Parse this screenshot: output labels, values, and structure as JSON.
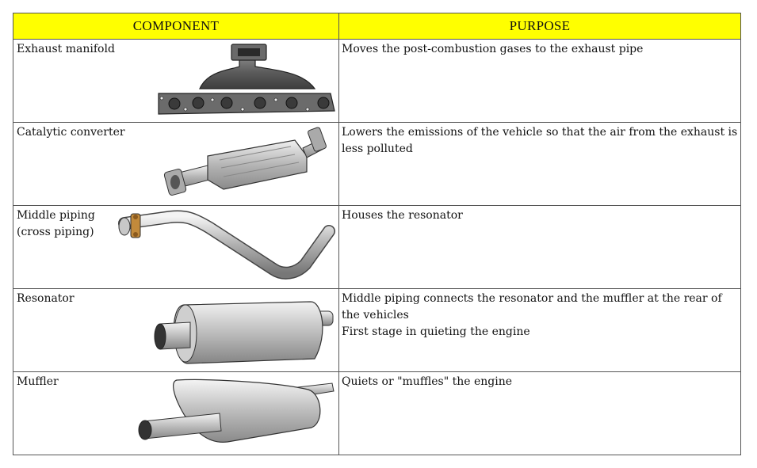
{
  "table": {
    "headers": {
      "component": "COMPONENT",
      "purpose": "PURPOSE"
    },
    "header_color": "#ffff00",
    "rows": [
      {
        "component": "Exhaust manifold",
        "illustration": "exhaust-manifold-image",
        "purpose": [
          "Moves the post-combustion gases to the exhaust pipe"
        ]
      },
      {
        "component": "Catalytic converter",
        "illustration": "catalytic-converter-image",
        "purpose": [
          "Lowers the emissions of the vehicle so that the air from the exhaust is less polluted"
        ]
      },
      {
        "component": "Middle piping\n(cross piping)",
        "illustration": "middle-piping-image",
        "purpose": [
          "Houses the resonator"
        ]
      },
      {
        "component": "Resonator",
        "illustration": "resonator-image",
        "purpose": [
          "Middle piping connects the resonator and the muffler at the rear of the vehicles",
          "First stage in quieting the engine"
        ]
      },
      {
        "component": "Muffler",
        "illustration": "muffler-image",
        "purpose": [
          "Quiets or \"muffles\" the engine"
        ]
      }
    ]
  }
}
